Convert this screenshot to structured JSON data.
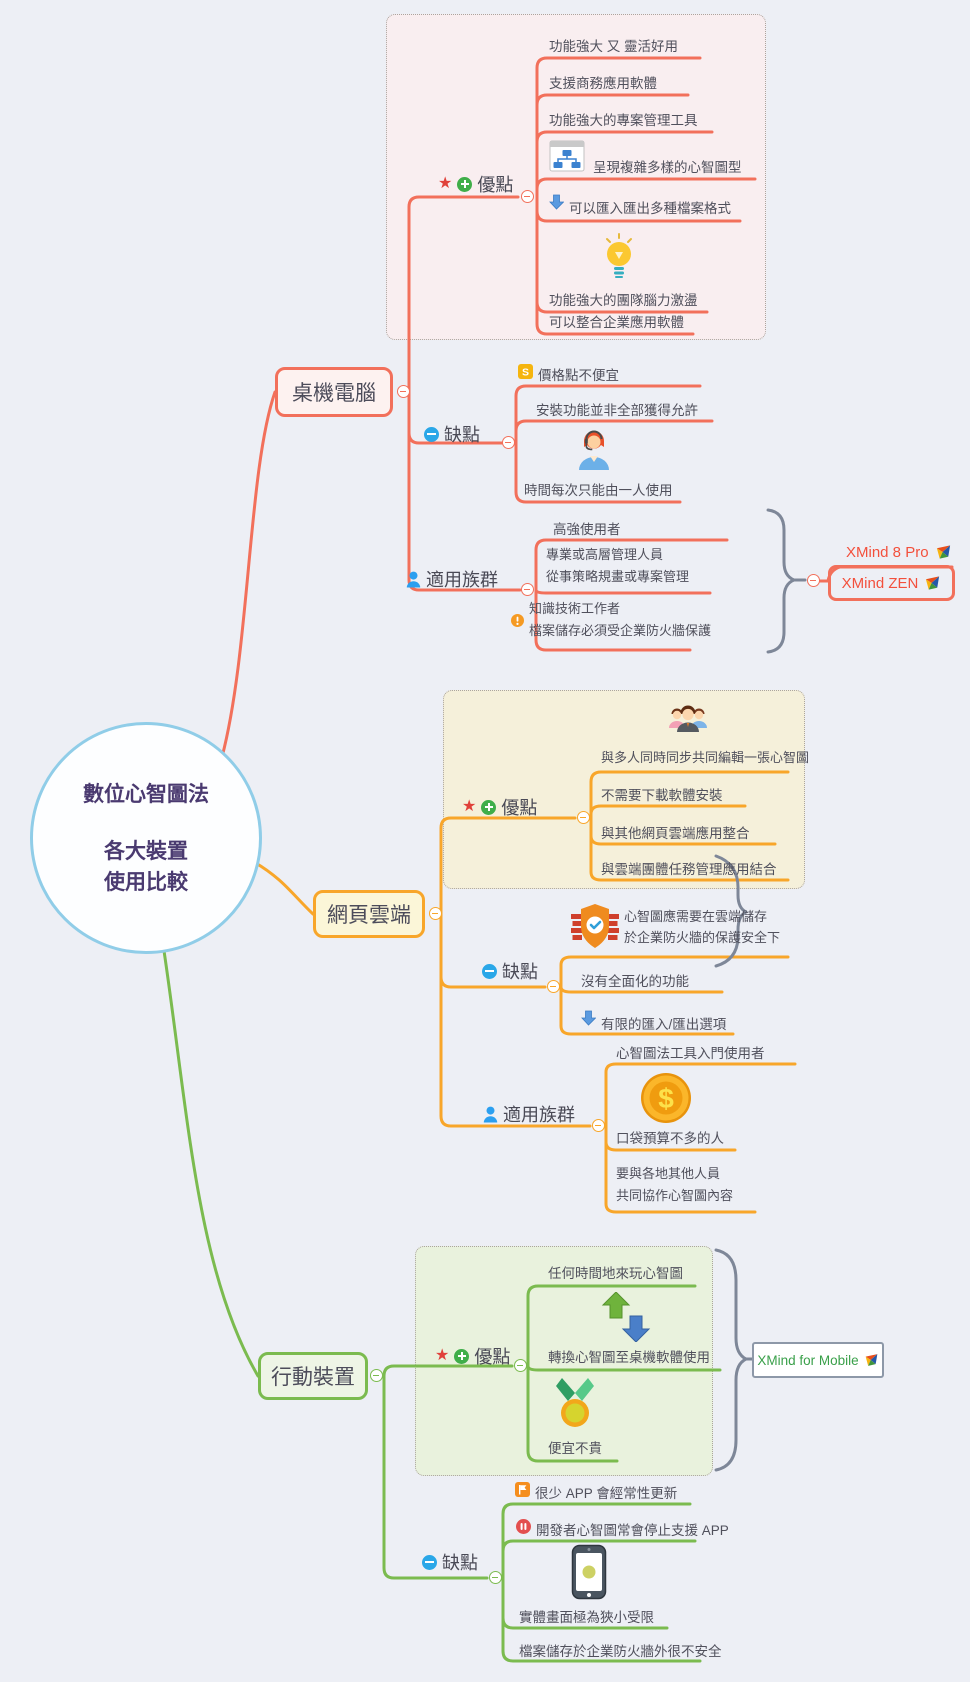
{
  "app": {
    "type": "xmind-style-mind-map"
  },
  "colors": {
    "background": "#edeff5",
    "desktop_branch": "#f2705b",
    "web_branch": "#f8a62a",
    "mobile_branch": "#7bbb4f",
    "center_border": "#90cde8",
    "center_text": "#4a3a70",
    "topic_text": "#50505c",
    "xmind_red_text": "#f3503c",
    "xmind_green_text": "#3aa04a",
    "bracket_gray": "#7e8798"
  },
  "center": {
    "title_line1": "數位心智圖法",
    "title_line2": "各大裝置",
    "title_line3": "使用比較"
  },
  "desktop": {
    "title": "桌機電腦",
    "pros": {
      "label": "優點",
      "markers": [
        "red-star-icon",
        "green-plus-icon"
      ],
      "items": [
        {
          "text": "功能強大 又 靈活好用"
        },
        {
          "text": "支援商務應用軟體"
        },
        {
          "text": "功能強大的專案管理工具"
        },
        {
          "text": "呈現複雜多樣的心智圖型",
          "icon": "org-chart-icon"
        },
        {
          "text": "可以匯入匯出多種檔案格式",
          "icon": "import-export-arrow-icon"
        },
        {
          "text": "功能強大的團隊腦力激盪",
          "icon": "lightbulb-icon"
        },
        {
          "text": "可以整合企業應用軟體"
        }
      ]
    },
    "cons": {
      "label": "缺點",
      "markers": [
        "blue-minus-icon"
      ],
      "items": [
        {
          "text": "價格點不便宜",
          "icon": "price-tag-icon"
        },
        {
          "text": "安裝功能並非全部獲得允許"
        },
        {
          "text": "時間每次只能由一人使用",
          "icon": "support-person-icon"
        }
      ]
    },
    "users": {
      "label": "適用族群",
      "markers": [
        "blue-person-icon"
      ],
      "items": [
        {
          "text": "高強使用者"
        },
        {
          "line1": "專業或高層管理人員",
          "line2": "從事策略規畫或專案管理"
        },
        {
          "line1": "知識技術工作者",
          "line2": "檔案儲存必須受企業防火牆保護",
          "icon": "warning-icon"
        }
      ]
    },
    "apps": [
      {
        "name": "XMind 8 Pro",
        "icon": "xmind-logo-icon"
      },
      {
        "name": "XMind ZEN",
        "icon": "xmind-logo-icon"
      }
    ]
  },
  "web": {
    "title": "網頁雲端",
    "pros": {
      "label": "優點",
      "markers": [
        "red-star-icon",
        "green-plus-icon"
      ],
      "items": [
        {
          "text": "與多人同時同步共同編輯一張心智圖",
          "icon": "people-group-icon"
        },
        {
          "text": "不需要下載軟體安裝"
        },
        {
          "text": "與其他網頁雲端應用整合"
        },
        {
          "text": "與雲端團體任務管理應用結合"
        }
      ]
    },
    "cons": {
      "label": "缺點",
      "markers": [
        "blue-minus-icon"
      ],
      "items": [
        {
          "line1": "心智圖應需要在雲端儲存",
          "line2": "於企業防火牆的保護安全下",
          "icon": "firewall-shield-icon"
        },
        {
          "text": "沒有全面化的功能"
        },
        {
          "text": "有限的匯入/匯出選項",
          "icon": "import-export-arrow-icon"
        }
      ]
    },
    "users": {
      "label": "適用族群",
      "markers": [
        "blue-person-icon"
      ],
      "items": [
        {
          "text": "心智圖法工具入門使用者"
        },
        {
          "text": "口袋預算不多的人",
          "icon": "gold-coin-icon"
        },
        {
          "line1": "要與各地其他人員",
          "line2": "共同協作心智圖內容"
        }
      ]
    },
    "apps": []
  },
  "mobile": {
    "title": "行動裝置",
    "pros": {
      "label": "優點",
      "markers": [
        "red-star-icon",
        "green-plus-icon"
      ],
      "items": [
        {
          "text": "任何時間地來玩心智圖"
        },
        {
          "text": "轉換心智圖至桌機軟體使用",
          "icon": "sync-arrows-icon"
        },
        {
          "text": "便宜不貴",
          "icon": "medal-icon"
        }
      ]
    },
    "cons": {
      "label": "缺點",
      "markers": [
        "blue-minus-icon"
      ],
      "items": [
        {
          "text": "很少 APP 會經常性更新",
          "icon": "flag-icon"
        },
        {
          "text": "開發者心智圖常會停止支援 APP",
          "icon": "pause-icon"
        },
        {
          "text": "實體畫面極為狹小受限",
          "icon": "smartphone-icon"
        },
        {
          "text": "檔案儲存於企業防火牆外很不安全"
        }
      ]
    },
    "apps": [
      {
        "name": "XMind for Mobile",
        "icon": "xmind-logo-icon"
      }
    ]
  }
}
